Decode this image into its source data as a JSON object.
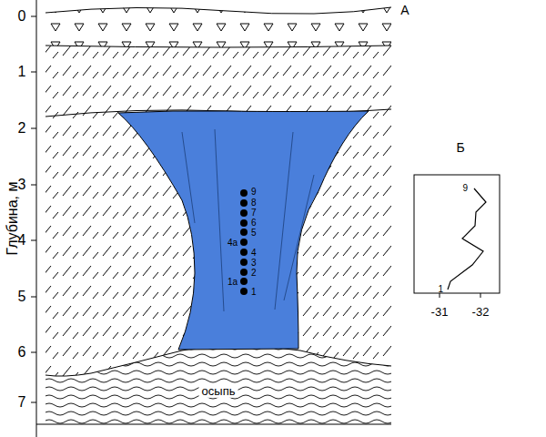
{
  "diagram": {
    "labels": [
      "А",
      "Глубина, м",
      "0",
      "1",
      "2",
      "3",
      "4",
      "5",
      "6",
      "7",
      "9",
      "8",
      "7",
      "6",
      "5",
      "4а",
      "4",
      "3",
      "2",
      "1а",
      "1",
      "осыпь",
      "Б",
      "9",
      "1",
      "-31",
      "-32"
    ]
  }
}
